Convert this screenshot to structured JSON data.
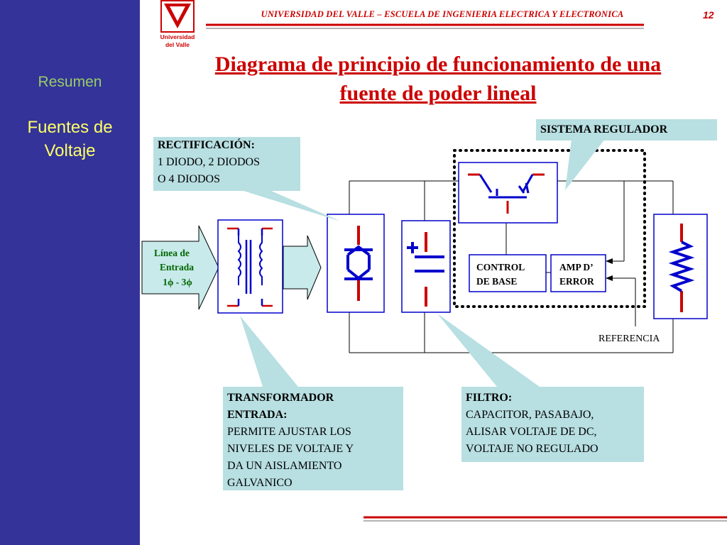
{
  "header": {
    "institution": "UNIVERSIDAD DEL VALLE – ESCUELA DE INGENIERIA ELECTRICA Y ELECTRONICA",
    "page_number": "12",
    "logo_line1": "Universidad",
    "logo_line2": "del Valle"
  },
  "sidebar": {
    "summary": "Resumen",
    "topic_line1": "Fuentes de",
    "topic_line2": "Voltaje"
  },
  "title": {
    "line1": "Diagrama de principio de funcionamiento de una",
    "line2": "fuente de poder lineal"
  },
  "diagram": {
    "input_line1": "Línea de",
    "input_line2": "Entrada",
    "input_line3": "1ϕ - 3ϕ",
    "control_line1": "CONTROL",
    "control_line2": "DE BASE",
    "amp_line1": "AMP D’",
    "amp_line2": "ERROR",
    "reference": "REFERENCIA"
  },
  "callouts": {
    "rectification": {
      "heading": "RECTIFICACIÓN:",
      "line1": "1 DIODO, 2 DIODOS",
      "line2": "O 4 DIODOS"
    },
    "regulator": {
      "heading": "SISTEMA REGULADOR"
    },
    "transformer": {
      "heading1": "TRANSFORMADOR",
      "heading2": "ENTRADA:",
      "line1": "PERMITE AJUSTAR LOS",
      "line2": "NIVELES DE VOLTAJE Y",
      "line3": "DA UN AISLAMIENTO",
      "line4": "GALVANICO"
    },
    "filter": {
      "heading": "FILTRO:",
      "line1": "CAPACITOR, PASABAJO,",
      "line2": "ALISAR VOLTAJE DE DC,",
      "line3": "VOLTAJE NO REGULADO"
    }
  },
  "colors": {
    "sidebar": "#333399",
    "accent_red": "#cc0000",
    "component_blue": "#0000cc",
    "callout_fill": "#b8dfe2",
    "arrow_fill": "#c8eaea"
  }
}
